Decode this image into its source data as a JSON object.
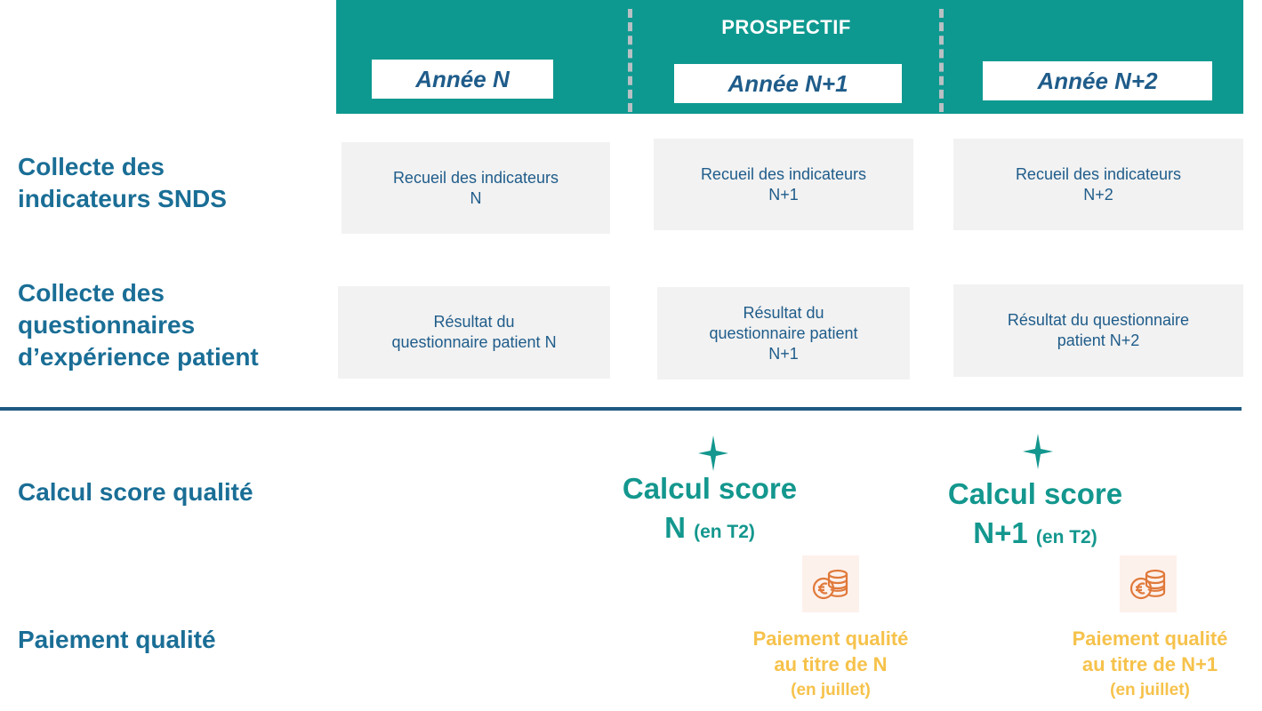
{
  "header": {
    "prospectif": "PROSPECTIF",
    "years": [
      "Année N",
      "Année N+1",
      "Année N+2"
    ]
  },
  "rows": {
    "snds_label": [
      "Collecte des",
      "indicateurs SNDS"
    ],
    "questionnaire_label": [
      "Collecte des",
      "questionnaires",
      "d’expérience patient"
    ],
    "score_label": "Calcul score qualité",
    "payment_label": "Paiement qualité"
  },
  "snds_cells": [
    [
      "Recueil des indicateurs",
      "N"
    ],
    [
      "Recueil des indicateurs",
      "N+1"
    ],
    [
      "Recueil des indicateurs",
      "N+2"
    ]
  ],
  "questionnaire_cells": [
    [
      "Résultat du",
      "questionnaire patient N"
    ],
    [
      "Résultat du",
      "questionnaire patient",
      "N+1"
    ],
    [
      "Résultat du questionnaire",
      "patient N+2"
    ]
  ],
  "score": [
    {
      "line1": "Calcul score",
      "main": "N",
      "detail": "(en T2)"
    },
    {
      "line1": "Calcul score",
      "main": "N+1",
      "detail": "(en T2)"
    }
  ],
  "payment": [
    {
      "line1": "Paiement qualité",
      "line2": "au titre de N",
      "line3": "(en juillet)"
    },
    {
      "line1": "Paiement qualité",
      "line2": "au titre de N+1",
      "line3": "(en juillet)"
    }
  ],
  "colors": {
    "banner": "#0e9990",
    "label": "#1a6e96",
    "score": "#13978e",
    "payment": "#f6c24b",
    "coin_icon": "#e0793a"
  },
  "icons": [
    "star-marker-icon",
    "euro-coins-icon"
  ]
}
